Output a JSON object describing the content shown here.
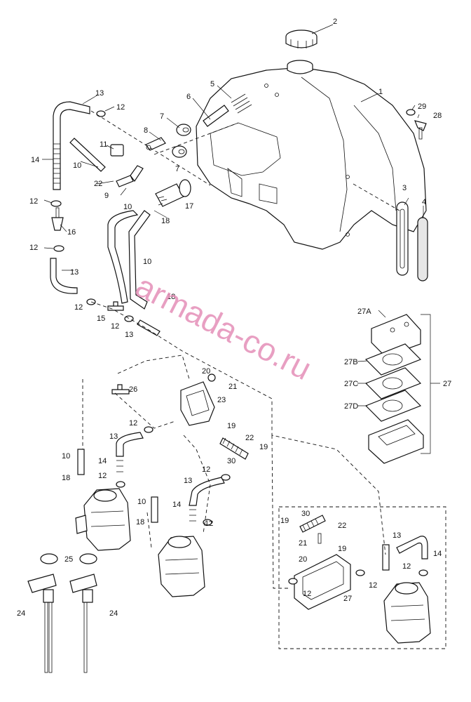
{
  "watermark": "armada-co.ru",
  "colors": {
    "line": "#111111",
    "watermark": "#e58fb8",
    "background": "#ffffff"
  },
  "callouts": {
    "c1": "1",
    "c2": "2",
    "c3": "3",
    "c4": "4",
    "c5": "5",
    "c6": "6",
    "c7a": "7",
    "c7b": "7",
    "c8": "8",
    "c9": "9",
    "c10a": "10",
    "c10b": "10",
    "c10c": "10",
    "c10d": "10",
    "c10e": "10",
    "c11": "11",
    "c12a": "12",
    "c12b": "12",
    "c12c": "12",
    "c12d": "12",
    "c12e": "12",
    "c12f": "12",
    "c12g": "12",
    "c12h": "12",
    "c12i": "12",
    "c12j": "12",
    "c12k": "12",
    "c12l": "12",
    "c13a": "13",
    "c13b": "13",
    "c13c": "13",
    "c13d": "13",
    "c13e": "13",
    "c13f": "13",
    "c14a": "14",
    "c14b": "14",
    "c14c": "14",
    "c14d": "14",
    "c15": "15",
    "c16": "16",
    "c17": "17",
    "c18a": "18",
    "c18b": "18",
    "c18c": "18",
    "c18d": "18",
    "c19a": "19",
    "c19b": "19",
    "c19c": "19",
    "c19d": "19",
    "c20a": "20",
    "c20b": "20",
    "c21a": "21",
    "c21b": "21",
    "c22a": "22",
    "c22b": "22",
    "c22c": "22",
    "c23": "23",
    "c24a": "24",
    "c24b": "24",
    "c25": "25",
    "c26": "26",
    "c27a": "27",
    "c27b": "27",
    "c27A": "27A",
    "c27B": "27B",
    "c27C": "27C",
    "c27D": "27D",
    "c28": "28",
    "c29": "29",
    "c30a": "30",
    "c30b": "30"
  }
}
